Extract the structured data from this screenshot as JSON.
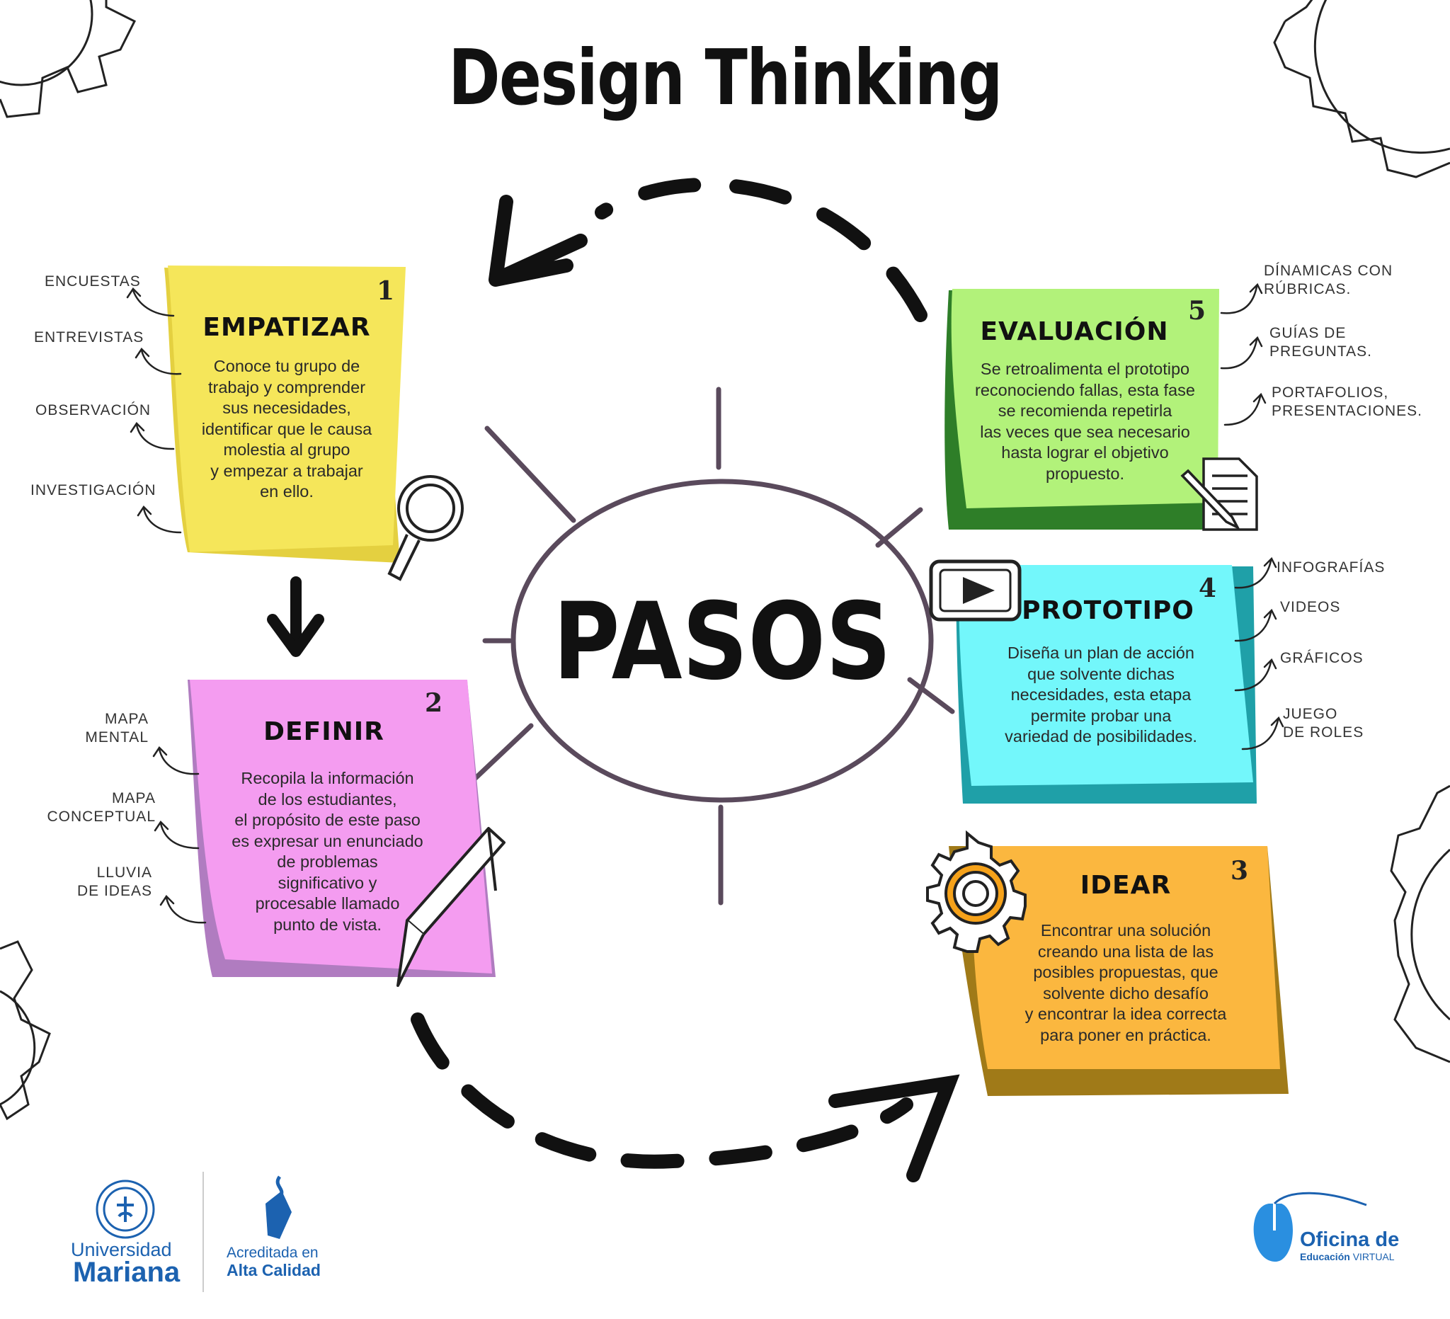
{
  "title": "Design Thinking",
  "center": {
    "label": "PASOS"
  },
  "steps": [
    {
      "id": "empatizar",
      "number": "1",
      "heading": "EMPATIZAR",
      "body": "Conoce tu grupo de\ntrabajo y comprender\nsus necesidades,\nidentificar que le causa\nmolestia al grupo\ny empezar a trabajar\nen ello.",
      "color": "#f5e65a",
      "side_labels": [
        "ENCUESTAS",
        "ENTREVISTAS",
        "OBSERVACIÓN",
        "INVESTIGACIÓN"
      ]
    },
    {
      "id": "definir",
      "number": "2",
      "heading": "DEFINIR",
      "body": "Recopila la información\nde los estudiantes,\nel propósito de este paso\nes expresar un enunciado\nde problemas\nsignificativo y\nprocesable llamado\npunto de vista.",
      "color": "#f49cf0",
      "side_labels": [
        "MAPA\nMENTAL",
        "MAPA\nCONCEPTUAL",
        "LLUVIA\nDE IDEAS"
      ]
    },
    {
      "id": "idear",
      "number": "3",
      "heading": "IDEAR",
      "body": "Encontrar una solución\ncreando una lista de las\nposibles propuestas, que\nsolvente dicho desafío\ny encontrar la idea correcta\npara poner en práctica.",
      "color": "#fbb73f",
      "side_labels": []
    },
    {
      "id": "prototipo",
      "number": "4",
      "heading": "PROTOTIPO",
      "body": "Diseña un plan de acción\nque solvente dichas\nnecesidades, esta etapa\npermite probar una\nvariedad de posibilidades.",
      "color": "#73f7fb",
      "side_labels": [
        "INFOGRAFÍAS",
        "VIDEOS",
        "GRÁFICOS",
        "JUEGO\nDE ROLES"
      ]
    },
    {
      "id": "evaluacion",
      "number": "5",
      "heading": "EVALUACIÓN",
      "body": "Se retroalimenta el prototipo\nreconociendo fallas, esta fase\nse recomienda repetirla\nlas veces que sea necesario\nhasta lograr el objetivo\npropuesto.",
      "color": "#b2f27a",
      "side_labels": [
        "DÍNAMICAS CON\nRÚBRICAS.",
        "GUÍAS DE\nPREGUNTAS.",
        "PORTAFOLIOS,\nPRESENTACIONES."
      ]
    }
  ],
  "logos": {
    "university_line1": "Universidad",
    "university_line2": "Mariana",
    "accredited_line1": "Acreditada en",
    "accredited_line2": "Alta Calidad",
    "office_line1": "Oficina de",
    "office_line2a": "Educación",
    "office_line2b": "VIRTUAL"
  }
}
